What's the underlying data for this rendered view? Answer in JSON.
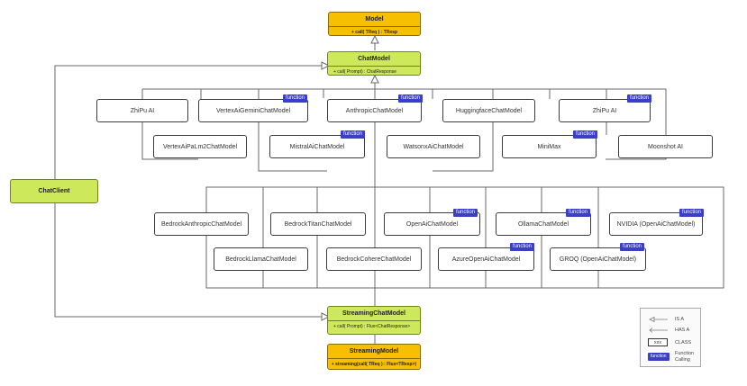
{
  "model": {
    "name": "Model",
    "method": "+ call( TReq ) : TResp"
  },
  "chat_model": {
    "name": "ChatModel",
    "method": "+ call( Prompt) : ChatResponse"
  },
  "chat_client": {
    "name": "ChatClient"
  },
  "streaming_chat_model": {
    "name": "StreamingChatModel",
    "method": "+ call( Prompt) : Flux<ChatResponse>"
  },
  "streaming_model": {
    "name": "StreamingModel",
    "method": "+ streaming(call( TReq ) : Flux<TResp>)"
  },
  "function_badge": "function",
  "chat_implementations": [
    "ZhiPu AI",
    "VertexAiGeminiChatModel",
    "AnthropicChatModel",
    "HuggingfaceChatModel",
    "ZhiPu AI",
    "VertexAiPaLm2ChatModel",
    "MistralAiChatModel",
    "WatsonxAiChatModel",
    "MiniMax",
    "Moonshot AI"
  ],
  "streaming_implementations": [
    "BedrockAnthropicChatModel",
    "BedrockTitanChatModel",
    "OpenAiChatModel",
    "OllamaChatModel",
    "NVIDIA (OpenAiChatModel)",
    "BedrockLlamaChatModel",
    "BedrockCohereChatModel",
    "AzureOpenAiChatModel",
    "GROQ (OpenAiChatModel)"
  ],
  "legend": {
    "is_a": "IS A",
    "has_a": "HAS A",
    "class_sample": "xxx",
    "class_label": "CLASS",
    "function_label": "Function Calling"
  },
  "colors": {
    "model_fill": "#f6c000",
    "chat_model_fill": "#cde85a",
    "badge": "#3a3fc4",
    "line": "#6a6a6a"
  }
}
